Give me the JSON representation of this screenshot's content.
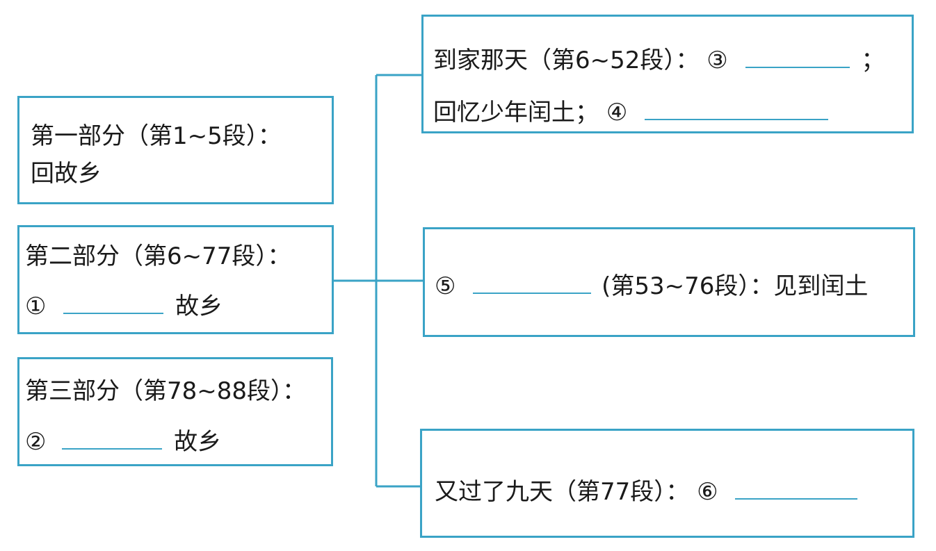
{
  "part1": {
    "line1": "第一部分（第1~5段）：",
    "line2": "回故乡"
  },
  "part2": {
    "line1": "第二部分（第6~77段）：",
    "num": "①",
    "suffix": "故乡"
  },
  "part3": {
    "line1": "第三部分（第78~88段）：",
    "num": "②",
    "suffix": "故乡"
  },
  "sub1": {
    "line1_prefix": "到家那天（第6~52段）：",
    "num3": "③",
    "line1_suffix": "；",
    "line2_prefix": "回忆少年闰土；",
    "num4": "④"
  },
  "sub2": {
    "num5": "⑤",
    "suffix": "(第53~76段）：见到闰土"
  },
  "sub3": {
    "prefix": "又过了九天（第77段）：",
    "num6": "⑥"
  },
  "colors": {
    "border": "#3aa3c6",
    "line": "#3aa3c6",
    "text": "#1a1a1a"
  }
}
